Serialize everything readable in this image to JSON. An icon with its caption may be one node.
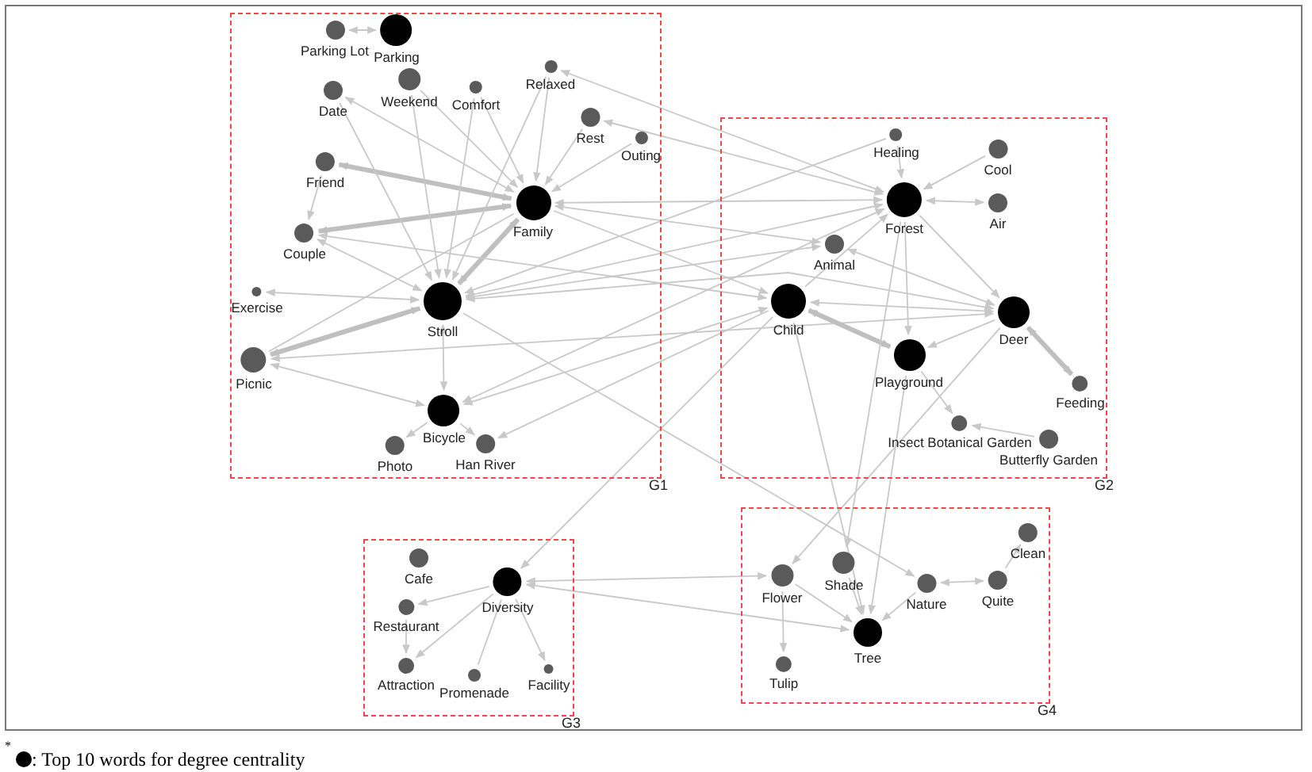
{
  "diagram": {
    "nodes": [
      {
        "text": [
          "G1"
        ]
      },
      {
        "text": [
          "Parking Lot"
        ],
        "in": 0
      },
      {
        "text": [
          "Parking"
        ],
        "in": 0
      },
      {
        "text": [
          "Date"
        ],
        "in": 0
      },
      {
        "text": [
          "Weekend"
        ],
        "in": 0
      },
      {
        "text": [
          "Comfort"
        ],
        "in": 0
      },
      {
        "text": [
          "Relaxed"
        ],
        "in": 0
      },
      {
        "text": [
          "Rest"
        ],
        "in": 0
      },
      {
        "text": [
          "Outing"
        ],
        "in": 0
      },
      {
        "text": [
          "Friend"
        ],
        "in": 0
      },
      {
        "text": [
          "Family"
        ],
        "in": 0
      },
      {
        "text": [
          "Couple"
        ],
        "in": 0
      },
      {
        "text": [
          "Exercise"
        ],
        "in": 0
      },
      {
        "text": [
          "Stroll"
        ],
        "in": 0
      },
      {
        "text": [
          "Picnic"
        ],
        "in": 0
      },
      {
        "text": [
          "Bicycle"
        ],
        "in": 0
      },
      {
        "text": [
          "Photo"
        ],
        "in": 0
      },
      {
        "text": [
          "Han River"
        ],
        "in": 0
      },
      {
        "text": [
          "G2"
        ]
      },
      {
        "text": [
          "Healing"
        ],
        "in": 18
      },
      {
        "text": [
          "Cool"
        ],
        "in": 18
      },
      {
        "text": [
          "Forest"
        ],
        "in": 18
      },
      {
        "text": [
          "Air"
        ],
        "in": 18
      },
      {
        "text": [
          "Animal"
        ],
        "in": 18
      },
      {
        "text": [
          "Child"
        ],
        "in": 18
      },
      {
        "text": [
          "Deer"
        ],
        "in": 18
      },
      {
        "text": [
          "Playground"
        ],
        "in": 18
      },
      {
        "text": [
          "Feeding"
        ],
        "in": 18
      },
      {
        "text": [
          "Insect Botanical Garden"
        ],
        "in": 18
      },
      {
        "text": [
          "Butterfly Garden"
        ],
        "in": 18
      },
      {
        "text": [
          "G3"
        ]
      },
      {
        "text": [
          "Cafe"
        ],
        "in": 30
      },
      {
        "text": [
          "Diversity"
        ],
        "in": 30
      },
      {
        "text": [
          "Restaurant"
        ],
        "in": 30
      },
      {
        "text": [
          "Attraction"
        ],
        "in": 30
      },
      {
        "text": [
          "Promenade"
        ],
        "in": 30
      },
      {
        "text": [
          "Facility"
        ],
        "in": 30
      },
      {
        "text": [
          "G4"
        ]
      },
      {
        "text": [
          "Clean"
        ],
        "in": 37
      },
      {
        "text": [
          "Flower"
        ],
        "in": 37
      },
      {
        "text": [
          "Shade"
        ],
        "in": 37
      },
      {
        "text": [
          "Nature"
        ],
        "in": 37
      },
      {
        "text": [
          "Quite"
        ],
        "in": 37
      },
      {
        "text": [
          "Tree"
        ],
        "in": 37
      },
      {
        "text": [
          "Tulip"
        ],
        "in": 37
      }
    ],
    "edges": [
      {
        "from": 1,
        "to": 2,
        "arrow": "both"
      },
      {
        "from": 10,
        "to": 9,
        "arrow": "both",
        "style": "thick"
      },
      {
        "from": 10,
        "to": 11,
        "arrow": "both",
        "style": "thick"
      },
      {
        "from": 10,
        "to": 13,
        "arrow": "both",
        "style": "thick"
      },
      {
        "from": 14,
        "to": 13,
        "arrow": "both",
        "style": "thick"
      },
      {
        "from": 13,
        "to": 15,
        "arrow": "both"
      },
      {
        "from": 9,
        "to": 11,
        "arrow": "to"
      },
      {
        "from": 3,
        "to": 13,
        "arrow": "to"
      },
      {
        "from": 4,
        "to": 13,
        "arrow": "to"
      },
      {
        "from": 5,
        "to": 13,
        "arrow": "to"
      },
      {
        "from": 10,
        "to": 3,
        "arrow": "both"
      },
      {
        "from": 4,
        "to": 10,
        "arrow": "to"
      },
      {
        "from": 5,
        "to": 10,
        "arrow": "to"
      },
      {
        "from": 6,
        "to": 10,
        "arrow": "to"
      },
      {
        "from": 6,
        "to": 13,
        "arrow": "to"
      },
      {
        "from": 7,
        "to": 10,
        "arrow": "to"
      },
      {
        "from": 8,
        "to": 10,
        "arrow": "to"
      },
      {
        "from": 11,
        "to": 13,
        "arrow": "both"
      },
      {
        "from": 13,
        "to": 12,
        "arrow": "both"
      },
      {
        "from": 14,
        "to": 10,
        "arrow": "none"
      },
      {
        "from": 14,
        "to": 15,
        "arrow": "both"
      },
      {
        "from": 15,
        "to": 16,
        "arrow": "to"
      },
      {
        "from": 15,
        "to": 17,
        "arrow": "to"
      },
      {
        "from": 21,
        "to": 6,
        "arrow": "both"
      },
      {
        "from": 21,
        "to": 7,
        "arrow": "both"
      },
      {
        "from": 10,
        "to": 24,
        "arrow": "to"
      },
      {
        "from": 21,
        "to": 10,
        "arrow": "both"
      },
      {
        "from": 21,
        "to": 13,
        "arrow": "both"
      },
      {
        "from": 23,
        "to": 13,
        "arrow": "both"
      },
      {
        "from": 25,
        "to": 13,
        "arrow": "both"
      },
      {
        "from": 24,
        "to": 11,
        "arrow": "both"
      },
      {
        "from": 25,
        "to": 14,
        "arrow": "both"
      },
      {
        "from": 24,
        "to": 15,
        "arrow": "both"
      },
      {
        "from": 21,
        "to": 15,
        "arrow": "both"
      },
      {
        "from": 23,
        "to": 10,
        "arrow": "both"
      },
      {
        "from": 13,
        "to": 41,
        "arrow": "to"
      },
      {
        "from": 24,
        "to": 17,
        "arrow": "to"
      },
      {
        "from": 19,
        "to": 13,
        "arrow": "to"
      },
      {
        "from": 20,
        "to": 21,
        "arrow": "to"
      },
      {
        "from": 21,
        "to": 22,
        "arrow": "both"
      },
      {
        "from": 19,
        "to": 21,
        "arrow": "to"
      },
      {
        "from": 24,
        "to": 21,
        "arrow": "to"
      },
      {
        "from": 21,
        "to": 25,
        "arrow": "to"
      },
      {
        "from": 25,
        "to": 23,
        "arrow": "both"
      },
      {
        "from": 24,
        "to": 25,
        "arrow": "both"
      },
      {
        "from": 24,
        "to": 26,
        "arrow": "both",
        "style": "thick"
      },
      {
        "from": 25,
        "to": 26,
        "arrow": "to"
      },
      {
        "from": 21,
        "to": 26,
        "arrow": "to"
      },
      {
        "from": 25,
        "to": 27,
        "arrow": "both",
        "style": "thick"
      },
      {
        "from": 26,
        "to": 28,
        "arrow": "to"
      },
      {
        "from": 29,
        "to": 28,
        "arrow": "to"
      },
      {
        "from": 24,
        "to": 32,
        "arrow": "to"
      },
      {
        "from": 32,
        "to": 33,
        "arrow": "to"
      },
      {
        "from": 32,
        "to": 34,
        "arrow": "to"
      },
      {
        "from": 32,
        "to": 35,
        "arrow": "none"
      },
      {
        "from": 32,
        "to": 36,
        "arrow": "to"
      },
      {
        "from": 33,
        "to": 34,
        "arrow": "to"
      },
      {
        "from": 39,
        "to": 32,
        "arrow": "both"
      },
      {
        "from": 43,
        "to": 32,
        "arrow": "both"
      },
      {
        "from": 24,
        "to": 43,
        "arrow": "to"
      },
      {
        "from": 21,
        "to": 40,
        "arrow": "to"
      },
      {
        "from": 25,
        "to": 39,
        "arrow": "to"
      },
      {
        "from": 26,
        "to": 43,
        "arrow": "to"
      },
      {
        "from": 39,
        "to": 43,
        "arrow": "to"
      },
      {
        "from": 40,
        "to": 43,
        "arrow": "to"
      },
      {
        "from": 41,
        "to": 43,
        "arrow": "to"
      },
      {
        "from": 41,
        "to": 42,
        "arrow": "both"
      },
      {
        "from": 42,
        "to": 38,
        "arrow": "to"
      },
      {
        "from": 39,
        "to": 44,
        "arrow": "to"
      }
    ],
    "labels": [
      "*"
    ],
    "legend": [
      {
        "text": ": Top 10 words for degree centrality",
        "color": "#000000"
      }
    ]
  }
}
